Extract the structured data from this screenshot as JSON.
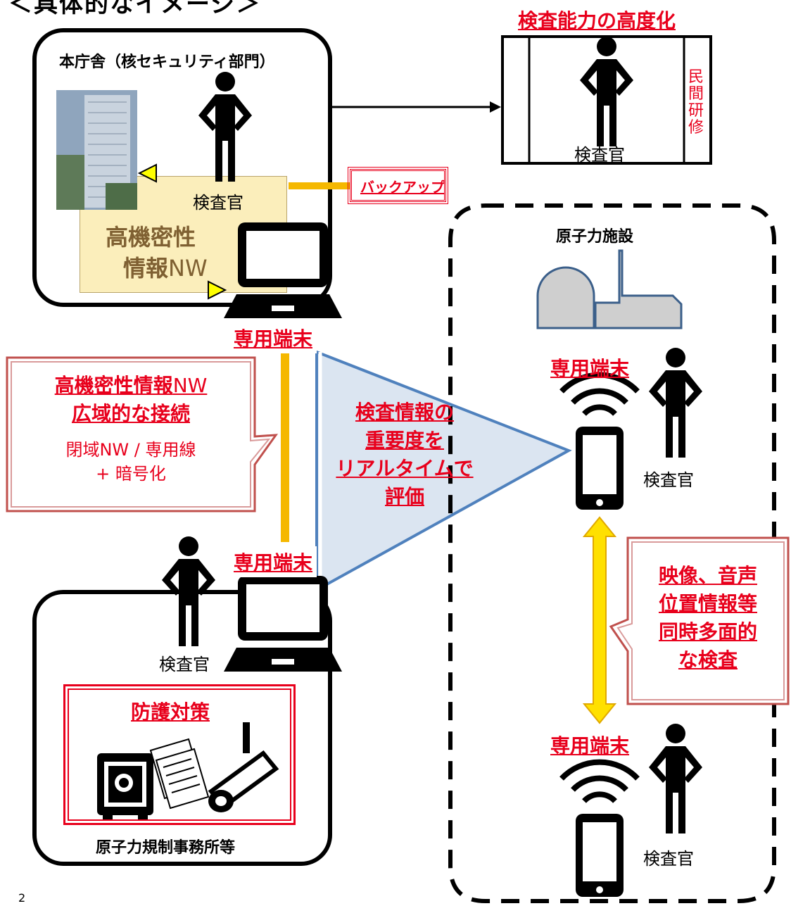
{
  "header_fragment": "＜具体的なイメージ＞",
  "hq": {
    "title": "本庁舎（核セキュリティ部門）",
    "inspector": "検査官",
    "nw_line1": "高機密性",
    "nw_line2_a": "情報",
    "nw_line2_b": "NW",
    "backup": "バックアップ"
  },
  "training": {
    "title": "検査能力の高度化",
    "side_label": "民間研修",
    "inspector": "検査官"
  },
  "terminals": {
    "hq_label": "専用端末",
    "office_label": "専用端末",
    "facility_top_label": "専用端末",
    "facility_bottom_label": "専用端末"
  },
  "wide_callout": {
    "line1_a": "高機密性情報",
    "line1_b": "NW",
    "line2": "広域的な接続",
    "line3": "閉域NW / 専用線",
    "line4": "+ 暗号化"
  },
  "evaluation": {
    "line1": "検査情報の",
    "line2": "重要度を",
    "line3": "リアルタイムで",
    "line4": "評価"
  },
  "facility": {
    "title": "原子力施設",
    "inspector_top": "検査官",
    "inspector_bottom": "検査官"
  },
  "multi_callout": {
    "line1": "映像、音声",
    "line2": "位置情報等",
    "line3": "同時多面的",
    "line4": "な検査"
  },
  "office": {
    "inspector": "検査官",
    "protect_title": "防護対策",
    "title": "原子力規制事務所等"
  },
  "page_number": "2",
  "colors": {
    "accent_red": "#e8001c",
    "link_yellow": "#f5b800",
    "triangle_fill": "#dbe5f1",
    "triangle_stroke": "#4f81bd"
  }
}
